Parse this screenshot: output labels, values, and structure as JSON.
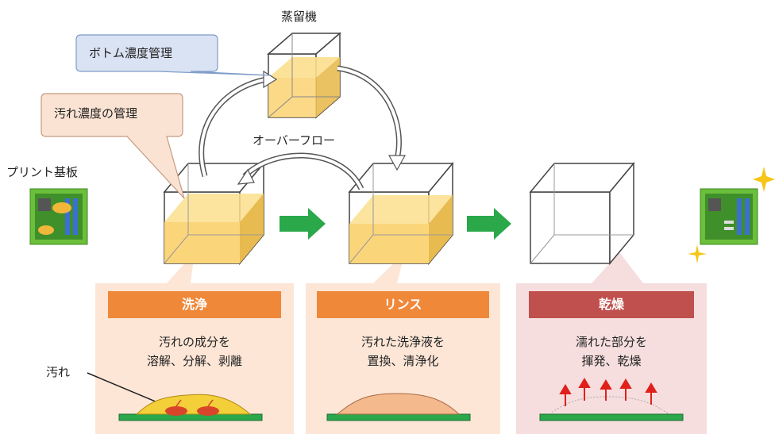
{
  "labels": {
    "distiller": "蒸留機",
    "overflow": "オーバーフロー",
    "pcb": "プリント基板",
    "dirt": "汚れ"
  },
  "callouts": {
    "bottom": "ボトム濃度管理",
    "dirt_conc": "汚れ濃度の管理"
  },
  "stages": [
    {
      "title": "洗浄",
      "line1": "汚れの成分を",
      "line2": "溶解、分解、剥離",
      "color": "#f0883a",
      "bg": "#fde6d6"
    },
    {
      "title": "リンス",
      "line1": "汚れた洗浄液を",
      "line2": "置換、清浄化",
      "color": "#f0883a",
      "bg": "#fde6d6"
    },
    {
      "title": "乾燥",
      "line1": "濡れた部分を",
      "line2": "揮発、乾燥",
      "color": "#c0504d",
      "bg": "#f6dede"
    }
  ],
  "colors": {
    "liquid": "#fbd57a",
    "arrow_green": "#2aa84a",
    "callout_blue": "#dae3f3",
    "callout_peach": "#fbe3d3"
  }
}
